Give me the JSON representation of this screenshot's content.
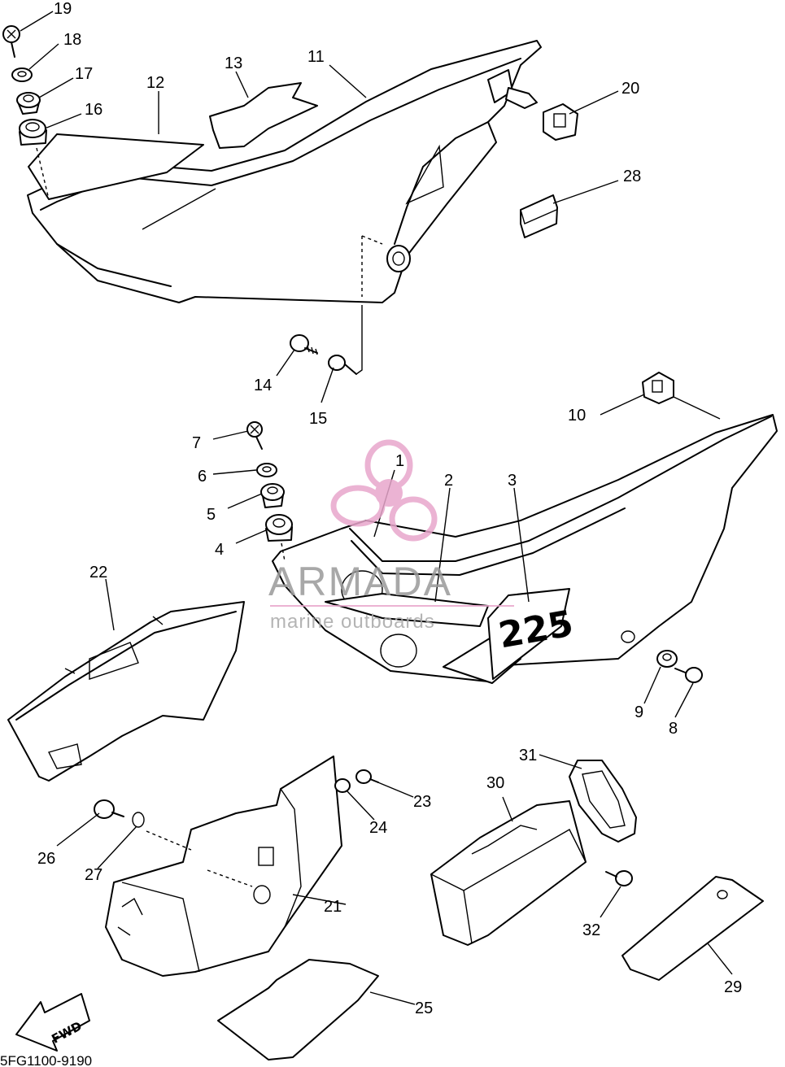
{
  "diagram_code": "5FG1100-9190",
  "watermark": {
    "title": "ARMADA",
    "subtitle": "marine outboards",
    "logo_color": "#e8a6cc",
    "text_color": "#9a9a9a"
  },
  "decal_text": "225",
  "fwd_label": "FWD",
  "callouts": {
    "c1": "1",
    "c2": "2",
    "c3": "3",
    "c4": "4",
    "c5": "5",
    "c6": "6",
    "c7": "7",
    "c8": "8",
    "c9": "9",
    "c10": "10",
    "c11": "11",
    "c12": "12",
    "c13": "13",
    "c14": "14",
    "c15": "15",
    "c16": "16",
    "c17": "17",
    "c18": "18",
    "c19": "19",
    "c20": "20",
    "c21": "21",
    "c22": "22",
    "c23": "23",
    "c24": "24",
    "c25": "25",
    "c26": "26",
    "c27": "27",
    "c28": "28",
    "c29": "29",
    "c30": "30",
    "c31": "31",
    "c32": "32"
  }
}
